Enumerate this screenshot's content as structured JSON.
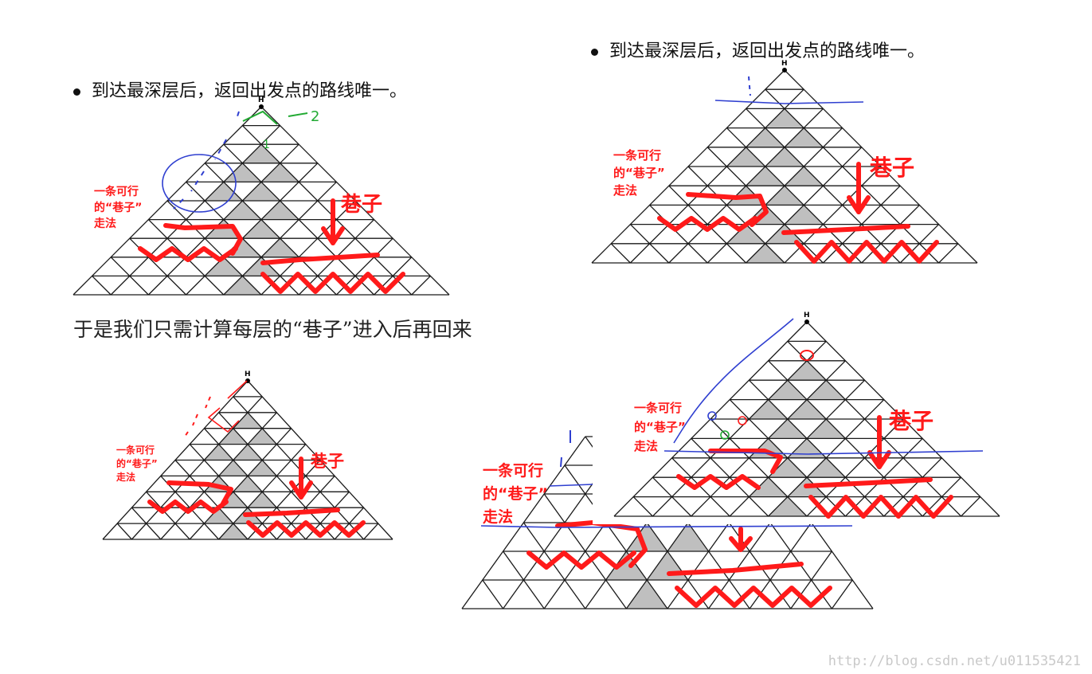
{
  "bullets": [
    {
      "text": "到达最深层后，返回出发点的路线唯一。"
    },
    {
      "text": "到达最深层后，返回出发点的路线唯一。"
    }
  ],
  "caption": "于是我们只需计算每层的“巷子”进入后再回来",
  "apex_letter": "H",
  "way_label": [
    "一条可行",
    "的“巷子”",
    "走法"
  ],
  "alley_label": "巷子",
  "annotation_numbers": [
    "2",
    "1",
    "1"
  ],
  "watermark": "http://blog.csdn.net/u011535421",
  "colors": {
    "grid_line": "#1a1a1a",
    "gray_fill": "#bfbfbf",
    "red_ink": "#ff1a1a",
    "blue_ink": "#2f3fd0",
    "green_ink": "#22aa33"
  }
}
